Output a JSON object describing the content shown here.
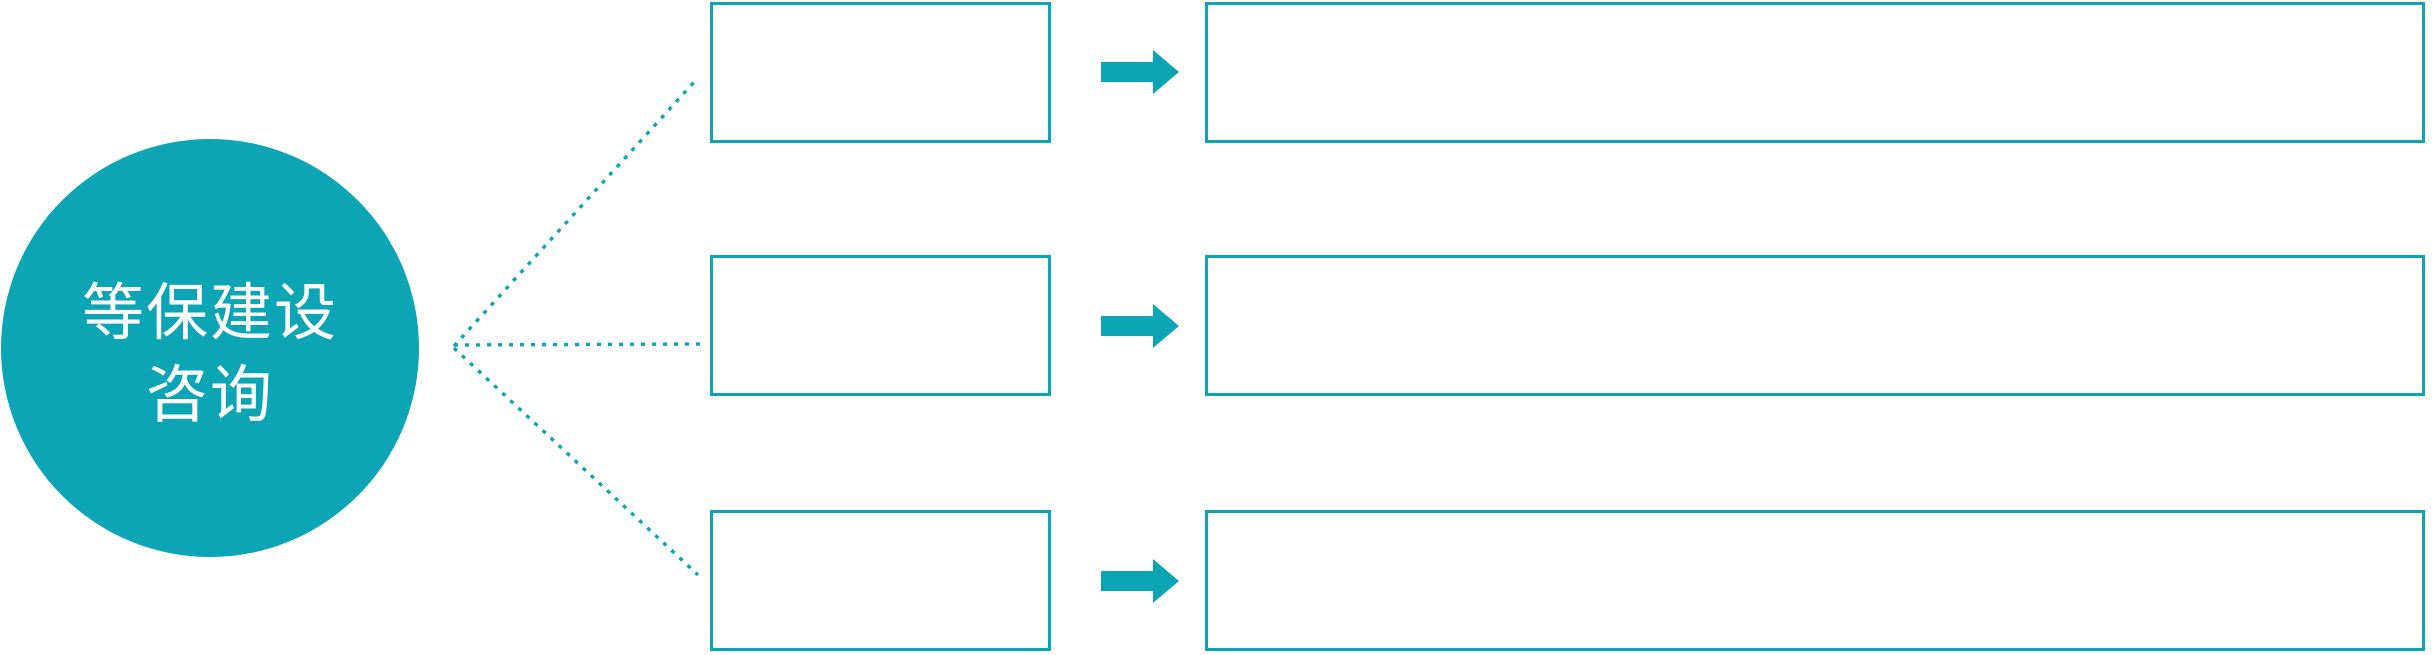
{
  "diagram": {
    "type": "branching-flow",
    "colors": {
      "accent": "#0ba5b5",
      "background": "#ffffff",
      "text_on_accent": "#ffffff"
    },
    "root_node": {
      "label_line1": "等保建设",
      "label_line2": "咨询"
    },
    "branches": [
      {
        "source_label": "",
        "target_label": ""
      },
      {
        "source_label": "",
        "target_label": ""
      },
      {
        "source_label": "",
        "target_label": ""
      }
    ],
    "connector_style": "dotted",
    "arrow_icon": "right-block-arrow"
  }
}
